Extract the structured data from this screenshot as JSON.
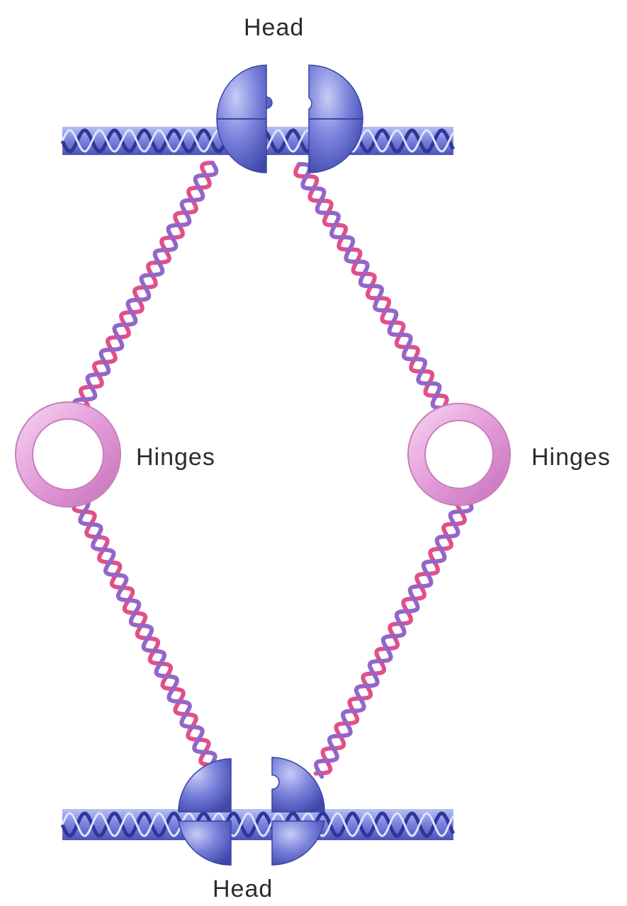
{
  "labels": {
    "head_top": "Head",
    "head_bottom": "Head",
    "hinge_left": "Hinges",
    "hinge_right": "Hinges"
  },
  "colors": {
    "dna_blue": "#5a63c8",
    "dna_light": "#a9b1ee",
    "coil_pink": "#e0508c",
    "coil_purple": "#9466c8",
    "head_blue": "#6a73d2",
    "hinge_pink": "#e7a6de"
  },
  "icons": {
    "dna": "dna-double-helix",
    "head": "smc-head-domain",
    "hinge": "hinge-ring",
    "coil": "coiled-coil-arm"
  }
}
